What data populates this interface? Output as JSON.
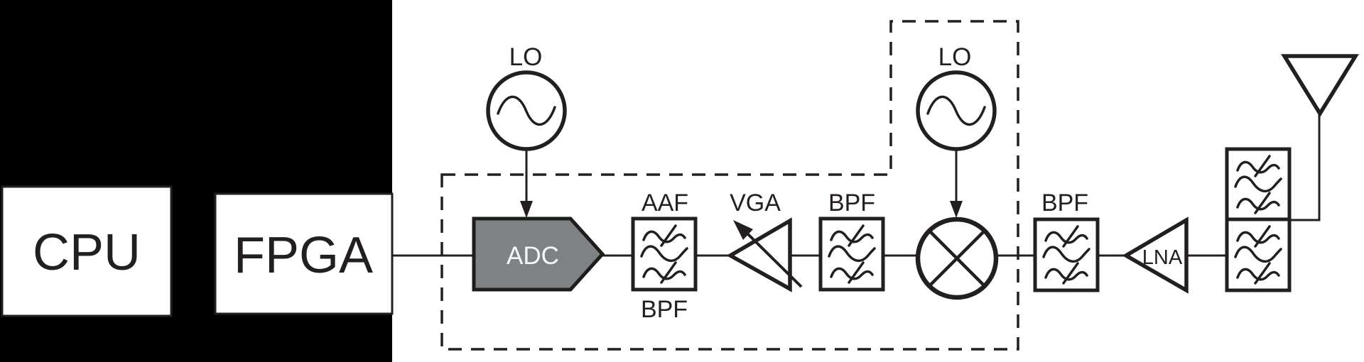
{
  "colors": {
    "panel_black": "#000000",
    "canvas_white": "#ffffff",
    "line_dark": "#231f20",
    "adc_gray_fill": "#7f8285",
    "adc_border": "#1d1d1b",
    "adc_text_white": "#f5f8fb"
  },
  "blocks": {
    "cpu": "CPU",
    "fpga": "FPGA",
    "adc": "ADC",
    "adc_lo": "LO",
    "aaf_top": "AAF",
    "aaf_bottom": "BPF",
    "vga": "VGA",
    "if_bpf": "BPF",
    "mixer_lo": "LO",
    "rf_bpf": "BPF",
    "lna": "LNA"
  }
}
